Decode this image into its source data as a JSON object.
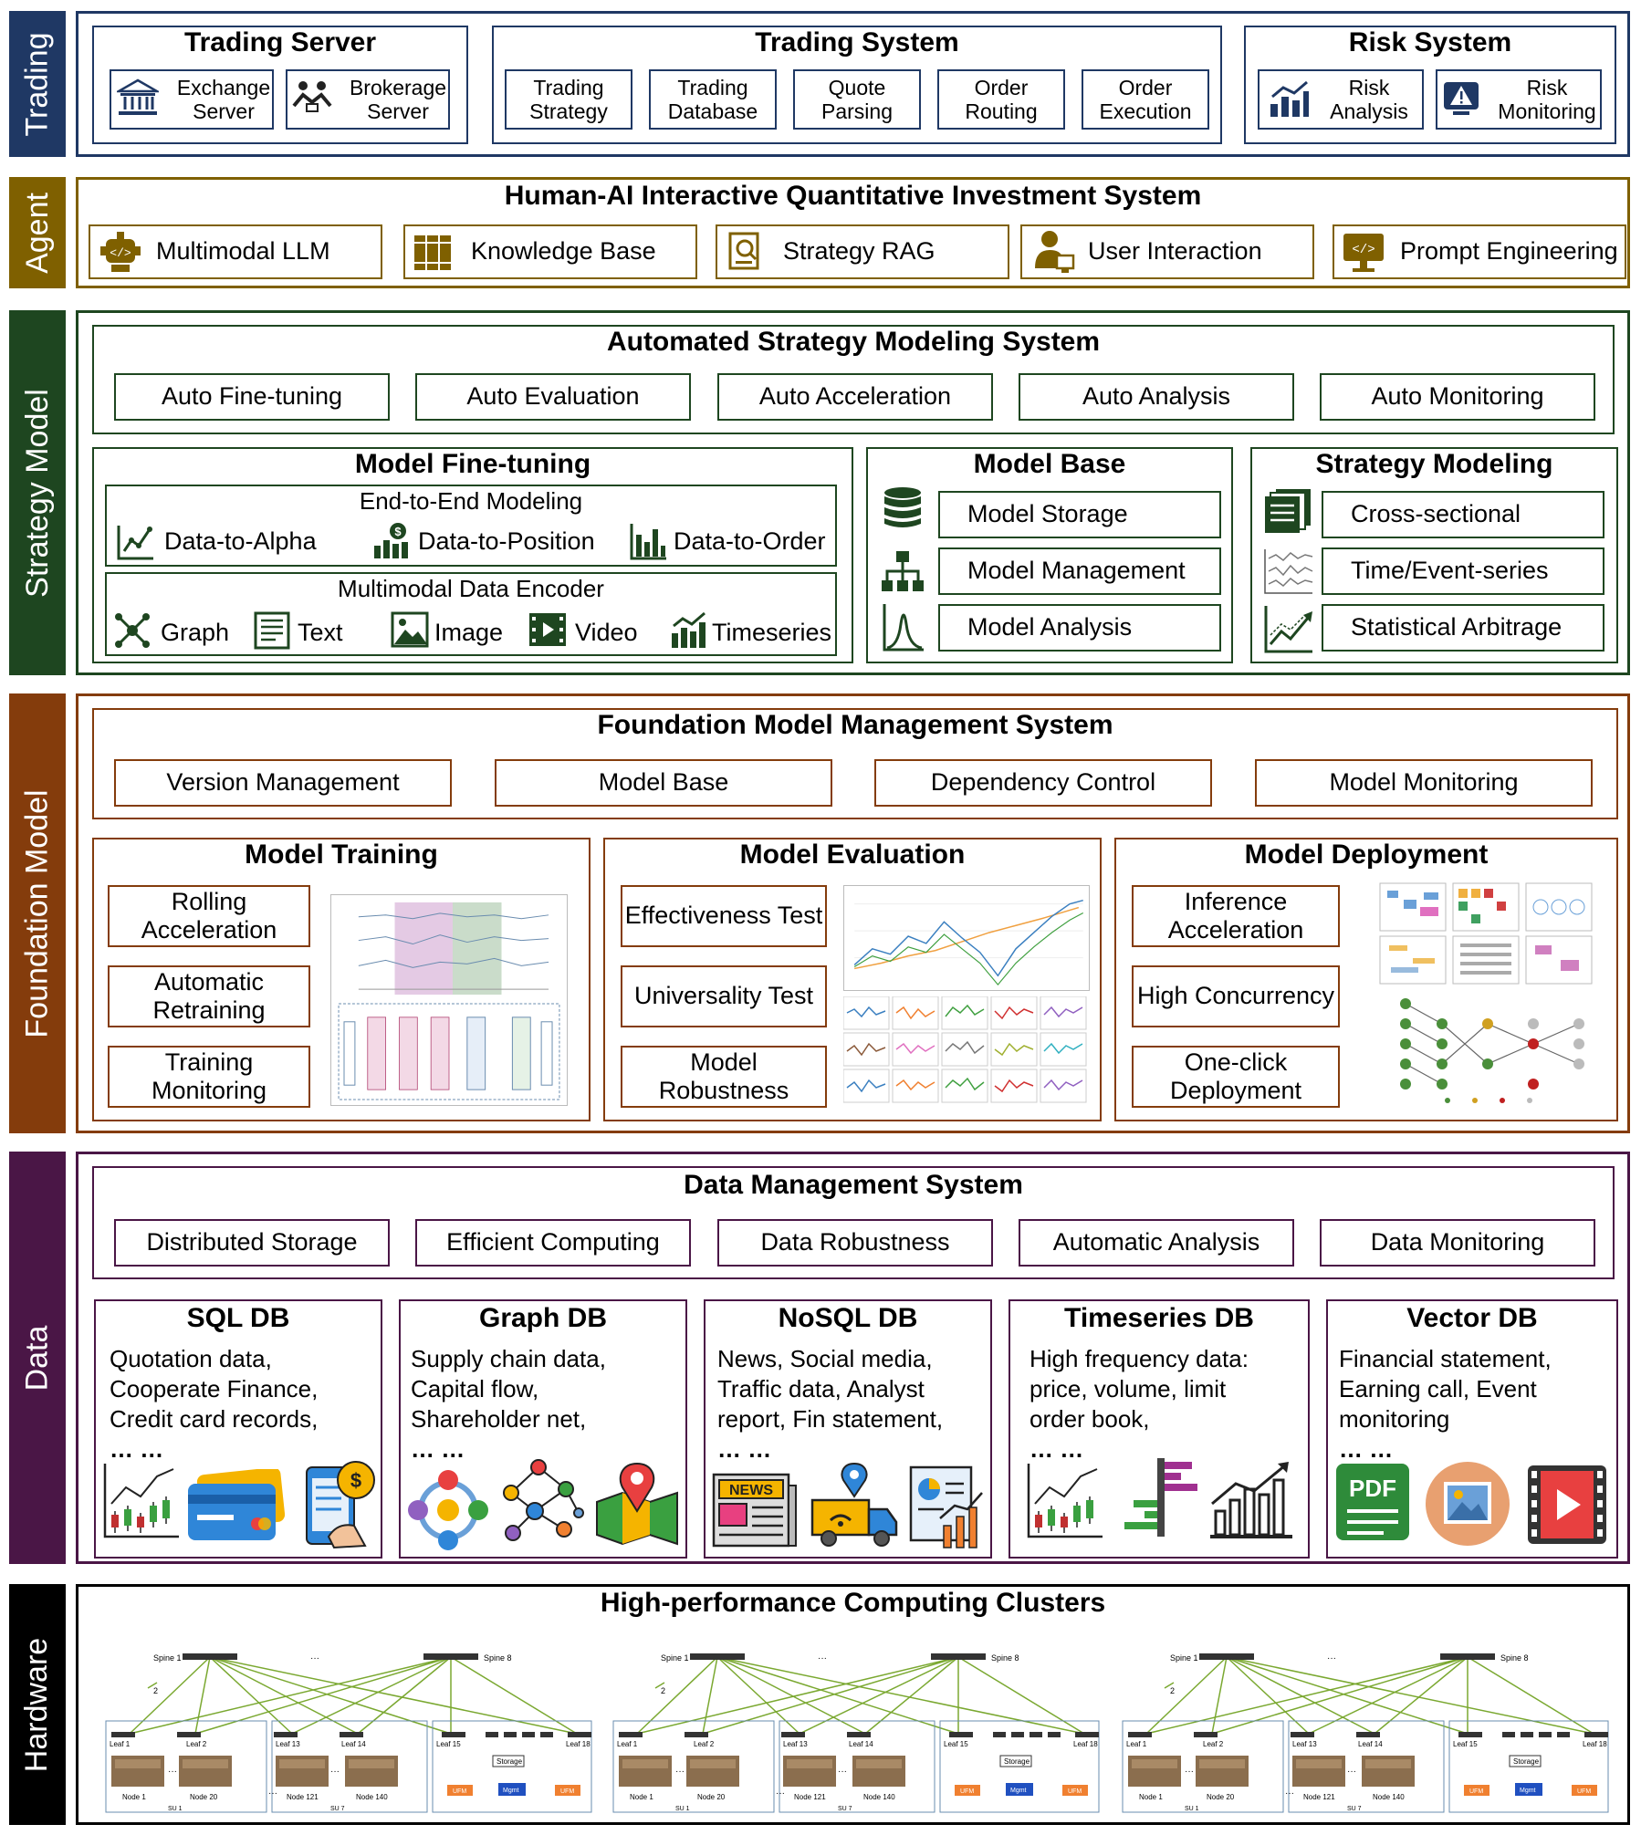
{
  "colors": {
    "trading": "#1F3864",
    "agent": "#7F6000",
    "strategy": "#1E4620",
    "foundation": "#843C0C",
    "data": "#4A1646",
    "hardware": "#000000"
  },
  "layers": {
    "trading": "Trading",
    "agent": "Agent",
    "strategy": "Strategy Model",
    "foundation": "Foundation Model",
    "data": "Data",
    "hardware": "Hardware"
  },
  "trading": {
    "server": {
      "title": "Trading Server",
      "items": [
        "Exchange Server",
        "Brokerage Server"
      ]
    },
    "system": {
      "title": "Trading System",
      "items": [
        "Trading Strategy",
        "Trading Database",
        "Quote Parsing",
        "Order Routing",
        "Order Execution"
      ]
    },
    "risk": {
      "title": "Risk System",
      "items": [
        "Risk Analysis",
        "Risk Monitoring"
      ]
    }
  },
  "agent": {
    "title": "Human-AI Interactive Quantitative Investment System",
    "items": [
      "Multimodal LLM",
      "Knowledge Base",
      "Strategy RAG",
      "User Interaction",
      "Prompt Engineering"
    ]
  },
  "strategy": {
    "top": {
      "title": "Automated Strategy Modeling System",
      "items": [
        "Auto Fine-tuning",
        "Auto Evaluation",
        "Auto Acceleration",
        "Auto Analysis",
        "Auto Monitoring"
      ]
    },
    "finetune": {
      "title": "Model Fine-tuning",
      "e2e": {
        "title": "End-to-End Modeling",
        "items": [
          "Data-to-Alpha",
          "Data-to-Position",
          "Data-to-Order"
        ]
      },
      "encoder": {
        "title": "Multimodal Data Encoder",
        "items": [
          "Graph",
          "Text",
          "Image",
          "Video",
          "Timeseries"
        ]
      }
    },
    "modelbase": {
      "title": "Model Base",
      "items": [
        "Model Storage",
        "Model Management",
        "Model Analysis"
      ]
    },
    "modeling": {
      "title": "Strategy Modeling",
      "items": [
        "Cross-sectional",
        "Time/Event-series",
        "Statistical Arbitrage"
      ]
    }
  },
  "foundation": {
    "top": {
      "title": "Foundation Model Management System",
      "items": [
        "Version Management",
        "Model Base",
        "Dependency Control",
        "Model Monitoring"
      ]
    },
    "training": {
      "title": "Model Training",
      "items": [
        "Rolling Acceleration",
        "Automatic Retraining",
        "Training Monitoring"
      ]
    },
    "evaluation": {
      "title": "Model Evaluation",
      "items": [
        "Effectiveness Test",
        "Universality Test",
        "Model Robustness"
      ]
    },
    "deployment": {
      "title": "Model Deployment",
      "items": [
        "Inference Acceleration",
        "High Concurrency",
        "One-click Deployment"
      ]
    }
  },
  "data": {
    "top": {
      "title": "Data Management System",
      "items": [
        "Distributed Storage",
        "Efficient Computing",
        "Data Robustness",
        "Automatic Analysis",
        "Data Monitoring"
      ]
    },
    "dbs": [
      {
        "title": "SQL DB",
        "lines": [
          "Quotation data,",
          "Cooperate Finance,",
          "Credit card records,",
          "… …"
        ]
      },
      {
        "title": "Graph DB",
        "lines": [
          "Supply chain data,",
          "Capital flow,",
          "Shareholder net,",
          "… …"
        ]
      },
      {
        "title": "NoSQL DB",
        "lines": [
          "News, Social media,",
          "Traffic data, Analyst",
          "report, Fin statement,",
          "… …"
        ]
      },
      {
        "title": "Timeseries DB",
        "lines": [
          "High frequency data:",
          "price, volume, limit",
          "order book,",
          "… …"
        ]
      },
      {
        "title": "Vector DB",
        "lines": [
          "Financial statement,",
          "Earning call, Event",
          "monitoring",
          "… …"
        ]
      }
    ],
    "icons": {
      "news": "NEWS",
      "pdf": "PDF"
    }
  },
  "hardware": {
    "title": "High-performance Computing Clusters",
    "cluster": {
      "spine1": "Spine 1",
      "spine8": "Spine 8",
      "dots": "···",
      "two": "2",
      "leaf1": "Leaf 1",
      "leaf2": "Leaf 2",
      "leaf13": "Leaf 13",
      "leaf14": "Leaf 14",
      "leaf15": "Leaf 15",
      "leaf18": "Leaf 18",
      "node1": "Node 1",
      "node20": "Node 20",
      "node121": "Node 121",
      "node140": "Node 140",
      "su1": "SU 1",
      "su7": "SU 7",
      "storage": "Storage",
      "ufm": "UFM",
      "mgmt": "Mgmt"
    }
  }
}
